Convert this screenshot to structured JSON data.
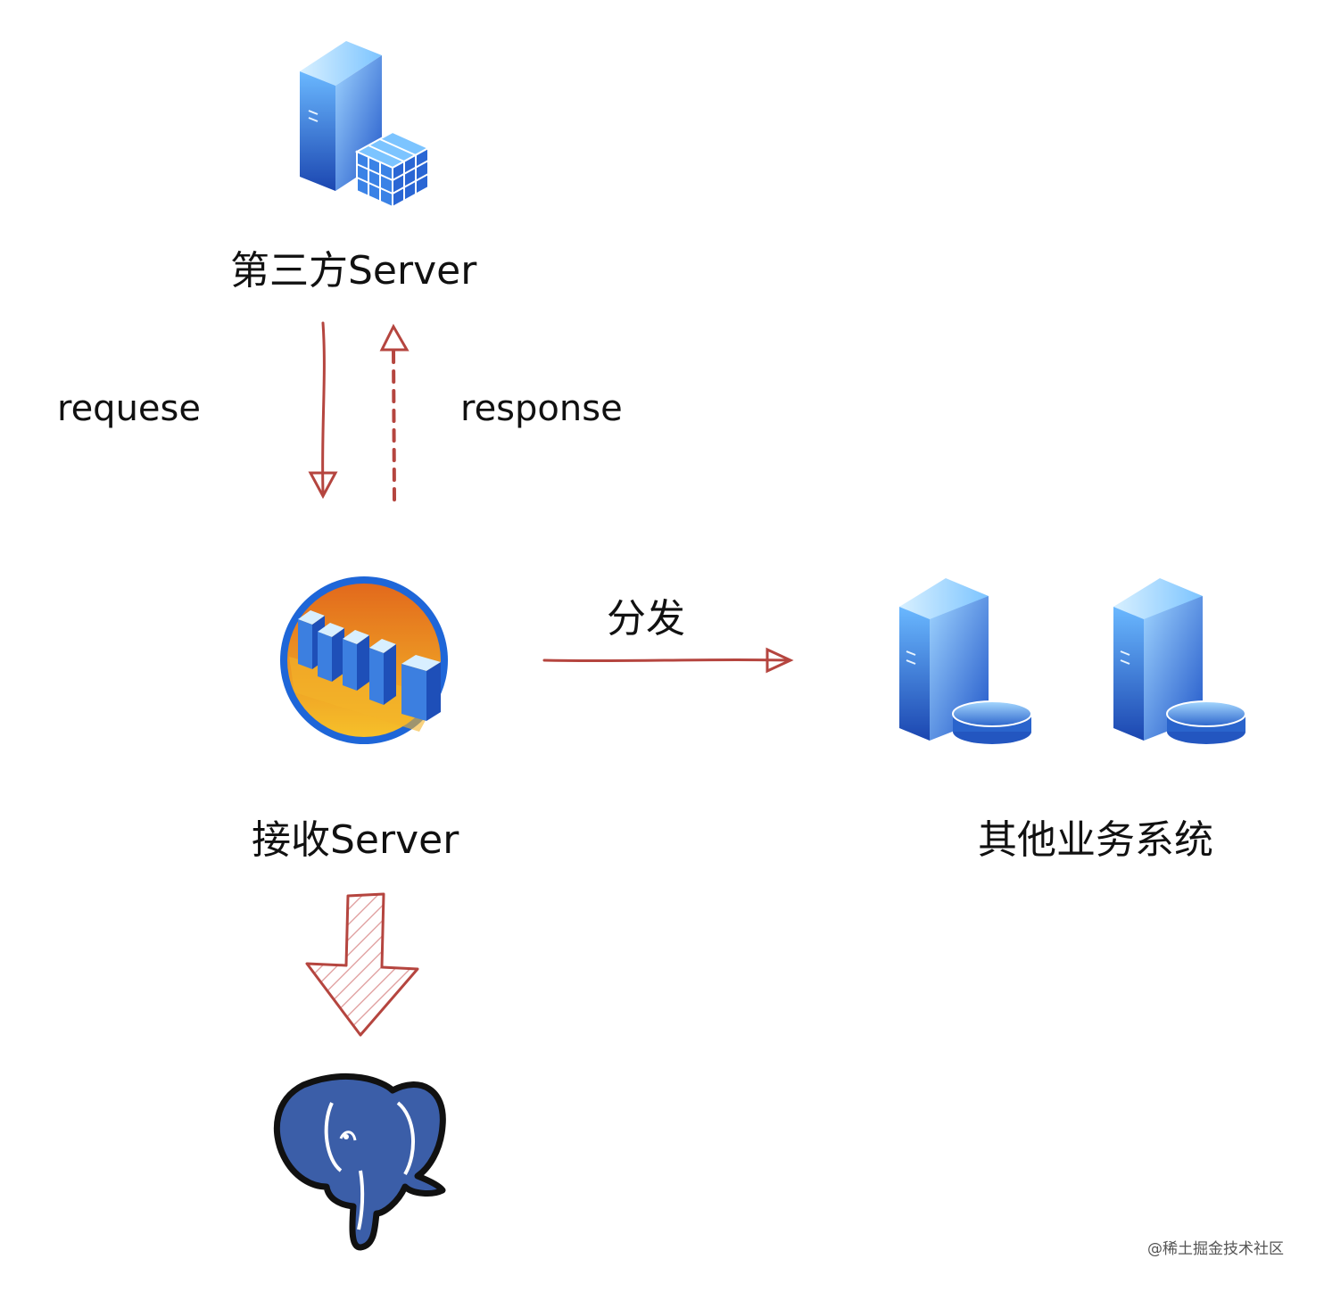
{
  "nodes": {
    "third_party_server": {
      "label": "第三方Server",
      "icon": "server-grid-icon"
    },
    "receive_server": {
      "label": "接收Server",
      "icon": "server-cluster-icon"
    },
    "other_systems": {
      "label": "其他业务系统",
      "icon": "server-database-icon"
    },
    "database": {
      "icon": "postgresql-elephant-icon"
    }
  },
  "edges": {
    "request": {
      "label": "requese"
    },
    "response": {
      "label": "response"
    },
    "distribute": {
      "label": "分发"
    }
  },
  "watermark": "@稀土掘金技术社区",
  "colors": {
    "arrow": "#b5453f",
    "server_blue": "#3a7fd6",
    "cluster_orange": "#f0a030",
    "elephant_blue": "#3b5ea8"
  }
}
